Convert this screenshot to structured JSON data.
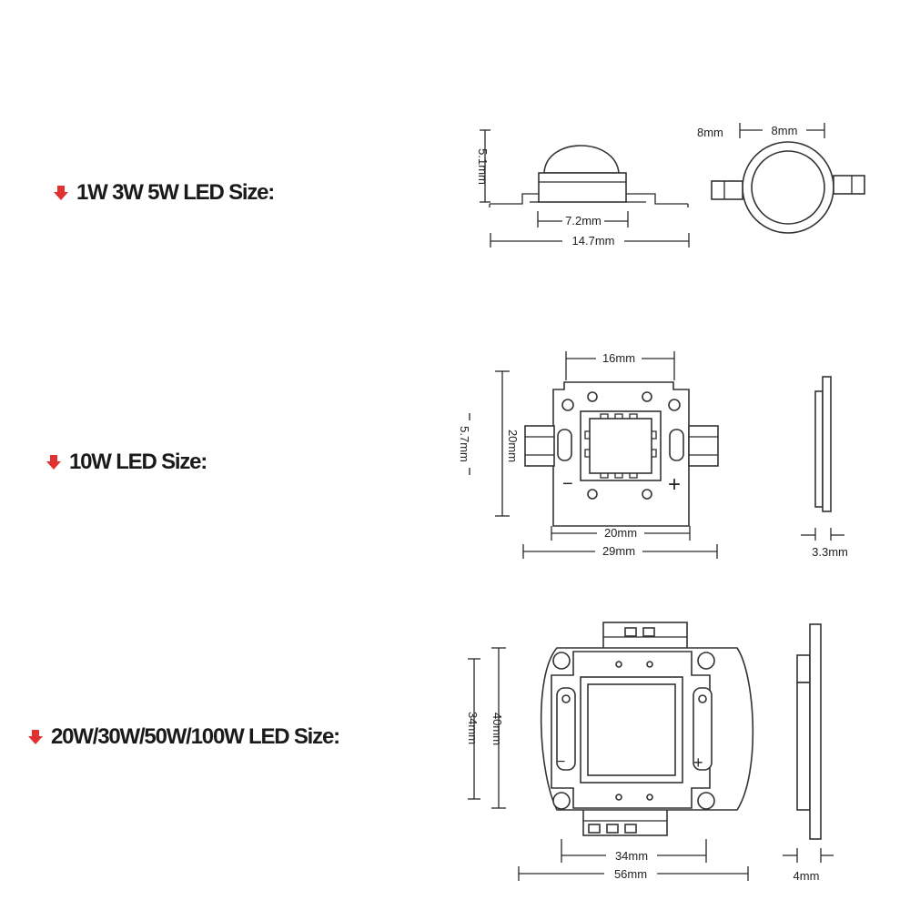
{
  "labels": {
    "small": "1W 3W 5W LED Size:",
    "mid": "10W LED Size:",
    "large": "20W/30W/50W/100W LED Size:"
  },
  "accent_color": "#e03030",
  "icons": [
    "arrow-down-icon"
  ],
  "dims_small": {
    "height": "5.1mm",
    "base": "7.2mm",
    "total": "14.7mm",
    "left": "8mm",
    "right": "8mm"
  },
  "dims_mid": {
    "top": "16mm",
    "height": "20mm",
    "inner_height": "5.7mm",
    "inner_width": "20mm",
    "total": "29mm",
    "thick": "3.3mm",
    "minus": "−",
    "plus": "+"
  },
  "dims_large": {
    "height": "40mm",
    "inner_height": "34mm",
    "inner_width": "34mm",
    "total": "56mm",
    "thick": "4mm",
    "minus": "−",
    "plus": "+"
  }
}
